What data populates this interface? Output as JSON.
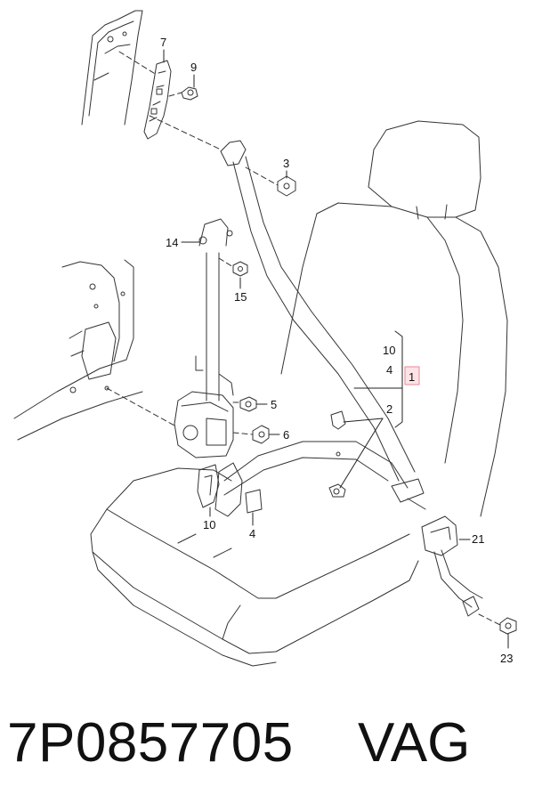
{
  "diagram": {
    "callouts": {
      "c7": "7",
      "c9": "9",
      "c3": "3",
      "c14": "14",
      "c15": "15",
      "c5": "5",
      "c6": "6",
      "c10a": "10",
      "c4a": "4",
      "c1": "1",
      "c2": "2",
      "c10b": "10",
      "c4b": "4",
      "c21": "21",
      "c23": "23"
    },
    "highlight_color": "#fde3e6"
  },
  "footer": {
    "part_number": "7P0857705",
    "brand": "VAG"
  }
}
